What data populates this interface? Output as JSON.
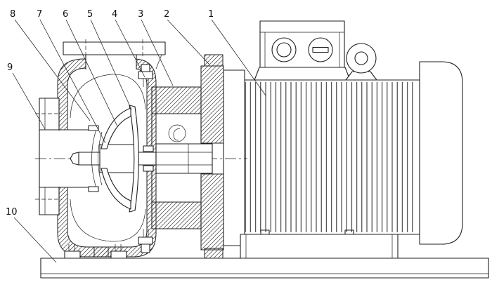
{
  "drawing": {
    "colors": {
      "line": "#1f1f1f",
      "background": "#ffffff"
    },
    "callouts": [
      {
        "label": "8"
      },
      {
        "label": "7"
      },
      {
        "label": "6"
      },
      {
        "label": "5"
      },
      {
        "label": "4"
      },
      {
        "label": "3"
      },
      {
        "label": "2"
      },
      {
        "label": "1"
      },
      {
        "label": "9"
      },
      {
        "label": "10"
      }
    ]
  }
}
